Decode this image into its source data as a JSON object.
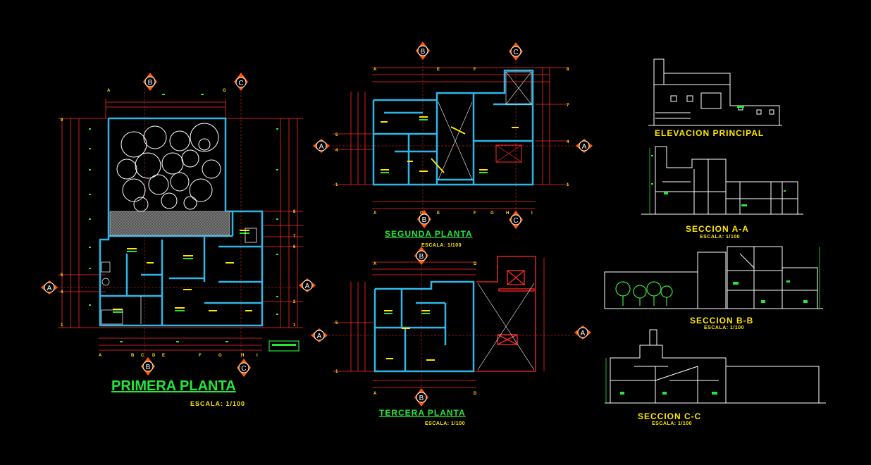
{
  "drawing": {
    "plans": [
      {
        "title": "PRIMERA PLANTA",
        "scale": "ESCALA: 1/100"
      },
      {
        "title": "SEGUNDA PLANTA",
        "scale": "ESCALA: 1/100"
      },
      {
        "title": "TERCERA PLANTA",
        "scale": "ESCALA: 1/100"
      }
    ],
    "views": [
      {
        "title": "ELEVACION PRINCIPAL"
      },
      {
        "title": "SECCION A-A",
        "scale": "ESCALA: 1/100"
      },
      {
        "title": "SECCION B-B",
        "scale": "ESCALA: 1/100"
      },
      {
        "title": "SECCION C-C",
        "scale": "ESCALA: 1/100"
      }
    ],
    "section_markers": [
      "A",
      "B",
      "C"
    ]
  },
  "colors": {
    "background": "#000000",
    "wall": "#2fb6e8",
    "dimension": "#ff2a2a",
    "title_green": "#27e63a",
    "label_yellow": "#ffe600",
    "marker": "#ff5a00",
    "tree": "#3ee03e"
  }
}
